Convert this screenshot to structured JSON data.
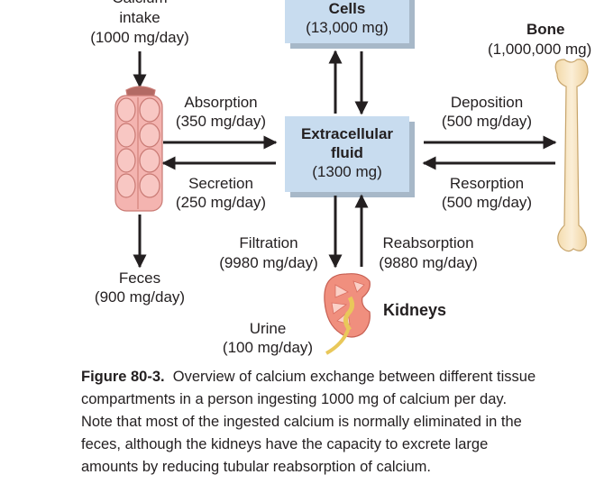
{
  "nodes": {
    "cells": {
      "title": "Cells",
      "amount": "(13,000 mg)"
    },
    "ecf": {
      "title_line1": "Extracellular",
      "title_line2": "fluid",
      "amount": "(1300 mg)"
    },
    "bone": {
      "title": "Bone",
      "amount": "(1,000,000 mg)"
    },
    "kidneys": {
      "title": "Kidneys"
    }
  },
  "flows": {
    "intake": {
      "line1": "Calcium",
      "line2": "intake",
      "amount": "(1000 mg/day)"
    },
    "absorption": {
      "name": "Absorption",
      "amount": "(350 mg/day)"
    },
    "secretion": {
      "name": "Secretion",
      "amount": "(250 mg/day)"
    },
    "deposition": {
      "name": "Deposition",
      "amount": "(500 mg/day)"
    },
    "resorption": {
      "name": "Resorption",
      "amount": "(500 mg/day)"
    },
    "feces": {
      "name": "Feces",
      "amount": "(900 mg/day)"
    },
    "filtration": {
      "name": "Filtration",
      "amount": "(9980 mg/day)"
    },
    "reabsorption": {
      "name": "Reabsorption",
      "amount": "(9880 mg/day)"
    },
    "urine": {
      "name": "Urine",
      "amount": "(100 mg/day)"
    }
  },
  "caption": {
    "label": "Figure 80-3.",
    "line1": "Overview of calcium exchange between different tissue",
    "line2": "compartments in a person ingesting 1000 mg of calcium per day.",
    "line3": "Note that most of the ingested calcium is normally eliminated in the",
    "line4": "feces, although the kidneys have the capacity to excrete large",
    "line5": "amounts by reducing tubular reabsorption of calcium."
  },
  "colors": {
    "box_fill": "#c8dcef",
    "box_shadow": "#a7b8c8",
    "arrow": "#231f20",
    "intestine": "#f4b4b0",
    "bone": "#f8e6c4",
    "kidney": "#f08f7e"
  }
}
